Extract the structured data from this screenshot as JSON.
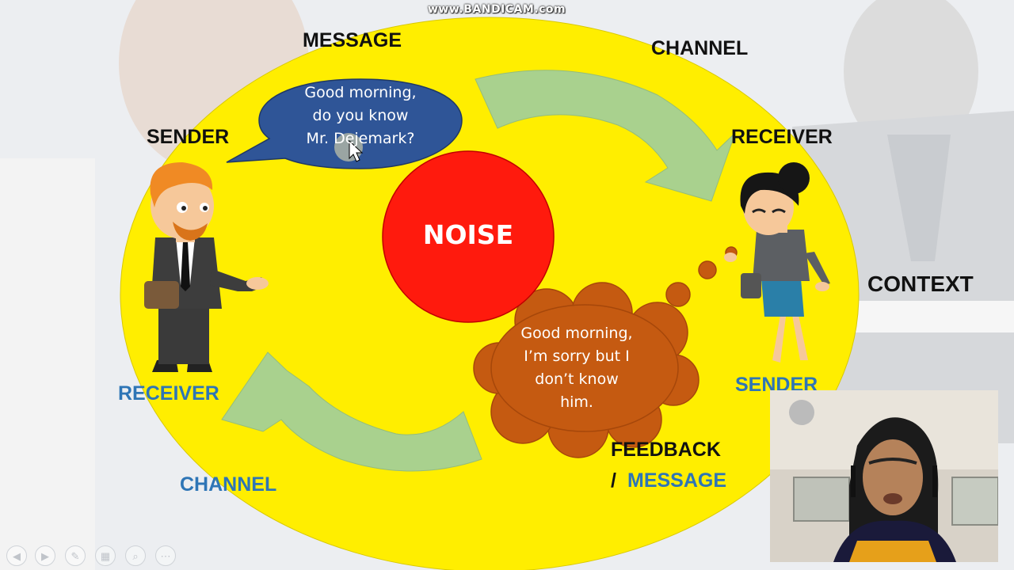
{
  "watermark": "www.BANDICAM.com",
  "labels": {
    "message": "MESSAGE",
    "channel_top": "CHANNEL",
    "sender_left": "SENDER",
    "receiver_right": "RECEIVER",
    "context": "CONTEXT",
    "receiver_left": "RECEIVER",
    "sender_right": "SENDER",
    "feedback": "FEEDBACK",
    "slash": "/",
    "feedback_message": "MESSAGE",
    "channel_bottom": "CHANNEL",
    "noise": "NOISE"
  },
  "speech_bubble": {
    "lines": [
      "Good morning,",
      "do you know",
      "Mr. Dejemark?"
    ]
  },
  "thought_bubble": {
    "lines": [
      "Good morning,",
      "I’m sorry but I",
      "don’t know",
      "him."
    ]
  },
  "colors": {
    "ellipse": "#ffee00",
    "noise": "#ff1a0d",
    "speech_bubble": "#2f5597",
    "thought_bubble": "#c55a11",
    "arrow": "#a9d18e",
    "label_blue": "#2e75b6"
  },
  "toolbar": {
    "icons": [
      "back-arrow-icon",
      "forward-arrow-icon",
      "pen-icon",
      "slides-icon",
      "zoom-icon",
      "more-icon"
    ]
  }
}
